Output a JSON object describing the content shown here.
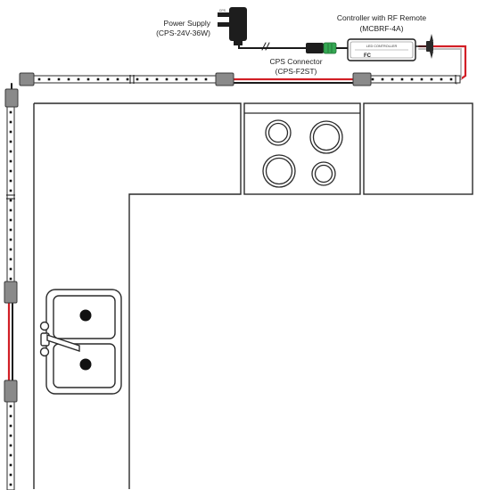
{
  "labels": {
    "power_supply_name": "Power Supply",
    "power_supply_model": "(CPS-24V-36W)",
    "controller_name": "Controller with RF Remote",
    "controller_model": "(MCBRF-4A)",
    "connector_name": "CPS Connector",
    "connector_model": "(CPS-F2ST)",
    "adapter_tag": "CPS",
    "controller_face_title": "LED CONTROLLER",
    "fcc_mark": "FC"
  },
  "colors": {
    "positive_wire": "#d21f26",
    "negative_wire": "#1a1a1a",
    "cabinet_line": "#2a2a2a",
    "connector_gray": "#8a8a8a",
    "connector_green": "#35a853",
    "strip_fill": "#ffffff"
  }
}
